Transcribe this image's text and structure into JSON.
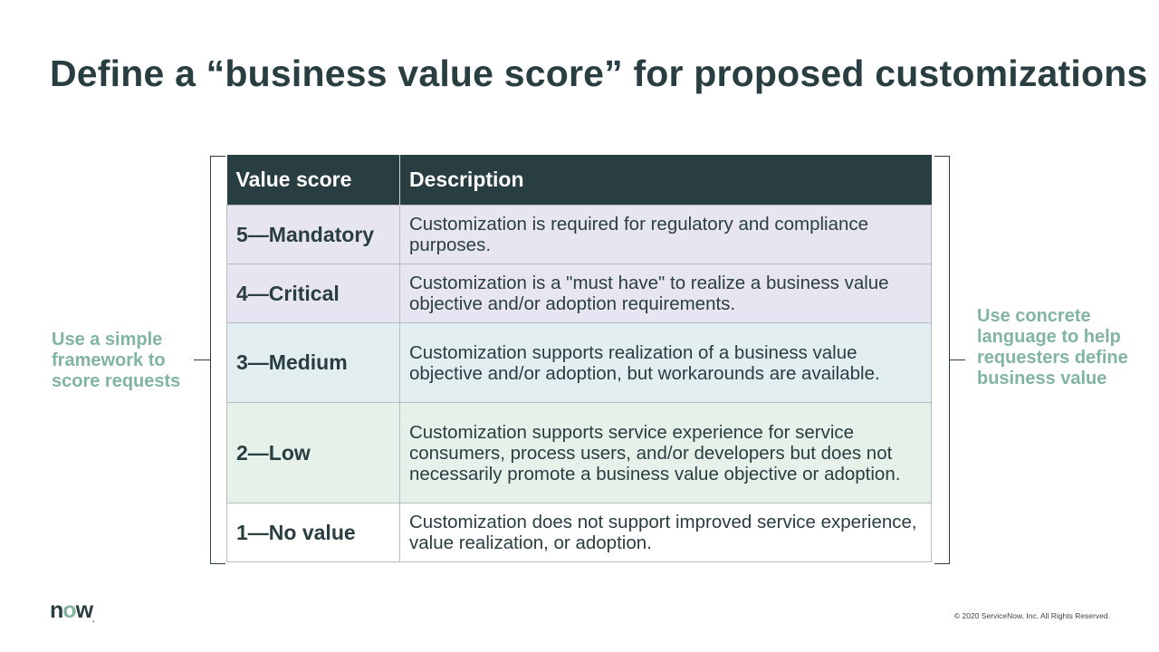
{
  "slide": {
    "title": "Define a “business value score” for proposed customizations",
    "left_note": "Use a simple framework to score requests",
    "right_note": "Use concrete language to help requesters define business value"
  },
  "table": {
    "headers": [
      "Value score",
      "Description"
    ],
    "rows": [
      {
        "score": "5—Mandatory",
        "description": "Customization is required for regulatory and compliance purposes."
      },
      {
        "score": "4—Critical",
        "description": "Customization is a \"must have\" to realize a business value objective and/or adoption requirements."
      },
      {
        "score": "3—Medium",
        "description": "Customization supports realization of a business value objective and/or adoption, but workarounds are available."
      },
      {
        "score": "2—Low",
        "description": "Customization supports service experience for service consumers, process users, and/or developers but does not necessarily promote a business value objective or adoption."
      },
      {
        "score": "1—No value",
        "description": "Customization does not support improved service experience, value realization, or adoption."
      }
    ]
  },
  "footer": {
    "logo_n": "n",
    "logo_o": "o",
    "logo_w": "w",
    "logo_tm": ".",
    "copyright": "© 2020 ServiceNow, Inc. All Rights Reserved."
  },
  "colors": {
    "title": "#293e40",
    "accent_green": "#81b5a1",
    "header_bg": "#293e40",
    "row_purple": "#e8e5f3",
    "row_blue": "#e3eef1",
    "row_green": "#e6f1ea"
  }
}
